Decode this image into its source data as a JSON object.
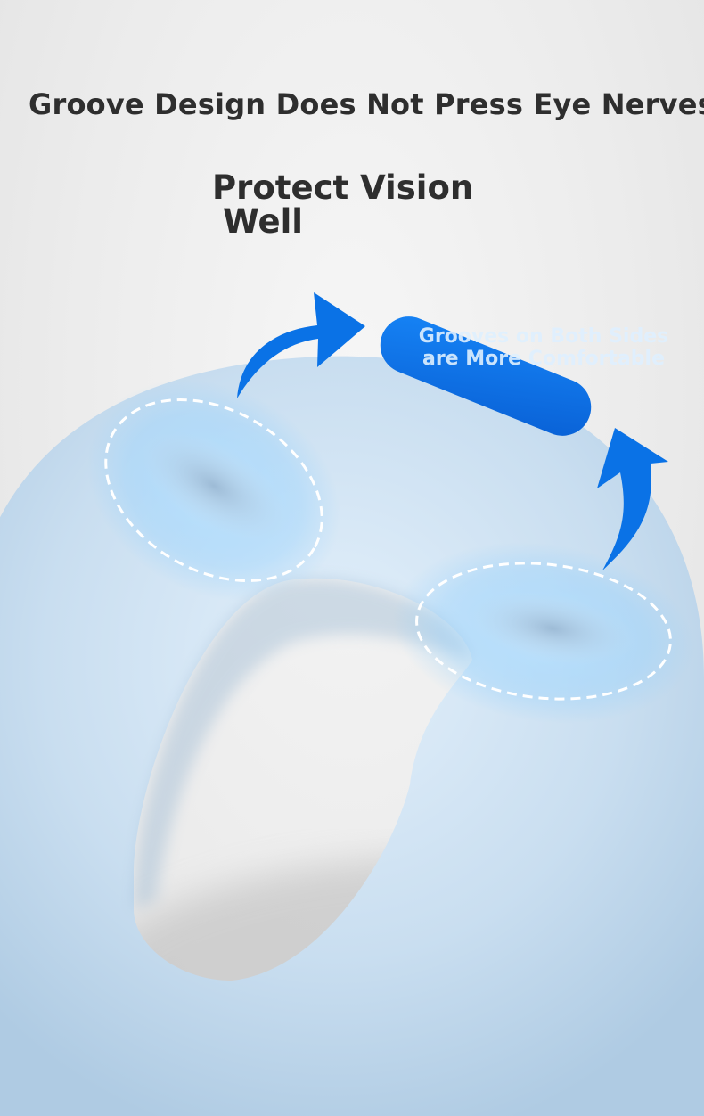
{
  "headline": {
    "title": "Groove Design Does Not Press Eye Nerves",
    "subtitle_line1": "Protect Vision",
    "subtitle_line2": "Well"
  },
  "callout": {
    "line1": "Grooves on Both Sides",
    "line2": "are More Comfortable"
  },
  "colors": {
    "background": "#ececec",
    "pillow": "#c9def0",
    "accent_blue": "#0a72e6",
    "headline_text": "#2e2e2e"
  },
  "icons": {
    "left_arrow": "curved-arrow-icon",
    "right_arrow": "curved-arrow-icon"
  }
}
